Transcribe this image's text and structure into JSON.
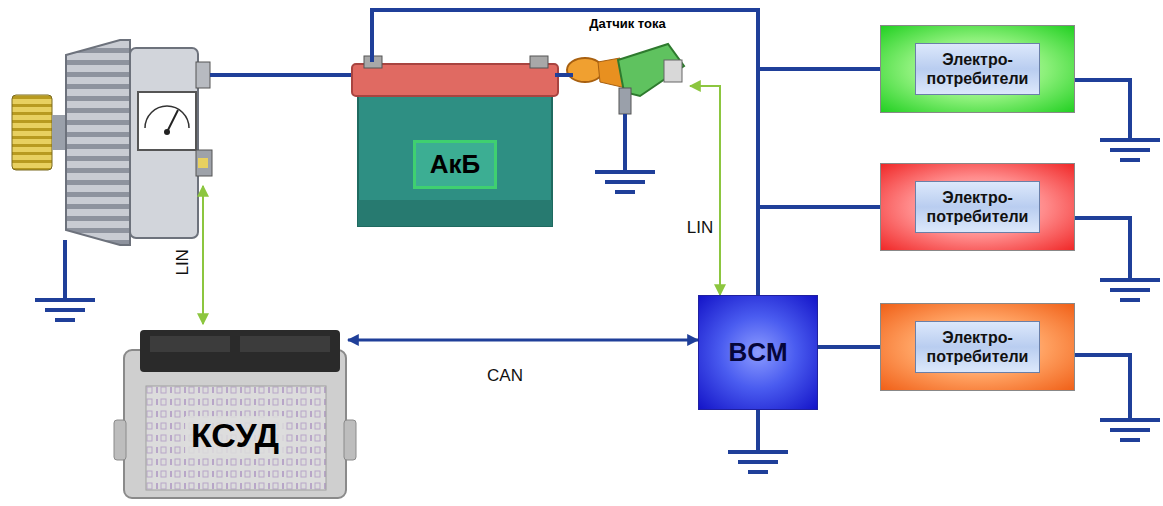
{
  "diagram": {
    "nodes": [
      {
        "text": [
          "АкБ"
        ]
      },
      {
        "text": [
          "Датчик тока"
        ]
      },
      {
        "text": [
          "Электро- потребители"
        ]
      },
      {
        "text": [
          "Электро- потребители"
        ]
      },
      {
        "text": [
          "Электро- потребители"
        ]
      },
      {
        "text": [
          "BCM"
        ]
      },
      {
        "text": [
          "КСУД"
        ]
      }
    ],
    "edges": [
      {
        "from": 0,
        "to": 1,
        "arrow": "none"
      },
      {
        "from": 0,
        "to": 2,
        "arrow": "none"
      },
      {
        "from": 0,
        "to": 3,
        "arrow": "none"
      },
      {
        "from": 0,
        "to": 5,
        "arrow": "none"
      },
      {
        "from": 5,
        "to": 4,
        "arrow": "none"
      },
      {
        "from": 6,
        "to": 5,
        "label": "CAN",
        "arrow": "both"
      },
      {
        "from": 1,
        "to": 5,
        "label": "LIN",
        "arrow": "both"
      }
    ],
    "labels": [
      "LIN"
    ]
  }
}
